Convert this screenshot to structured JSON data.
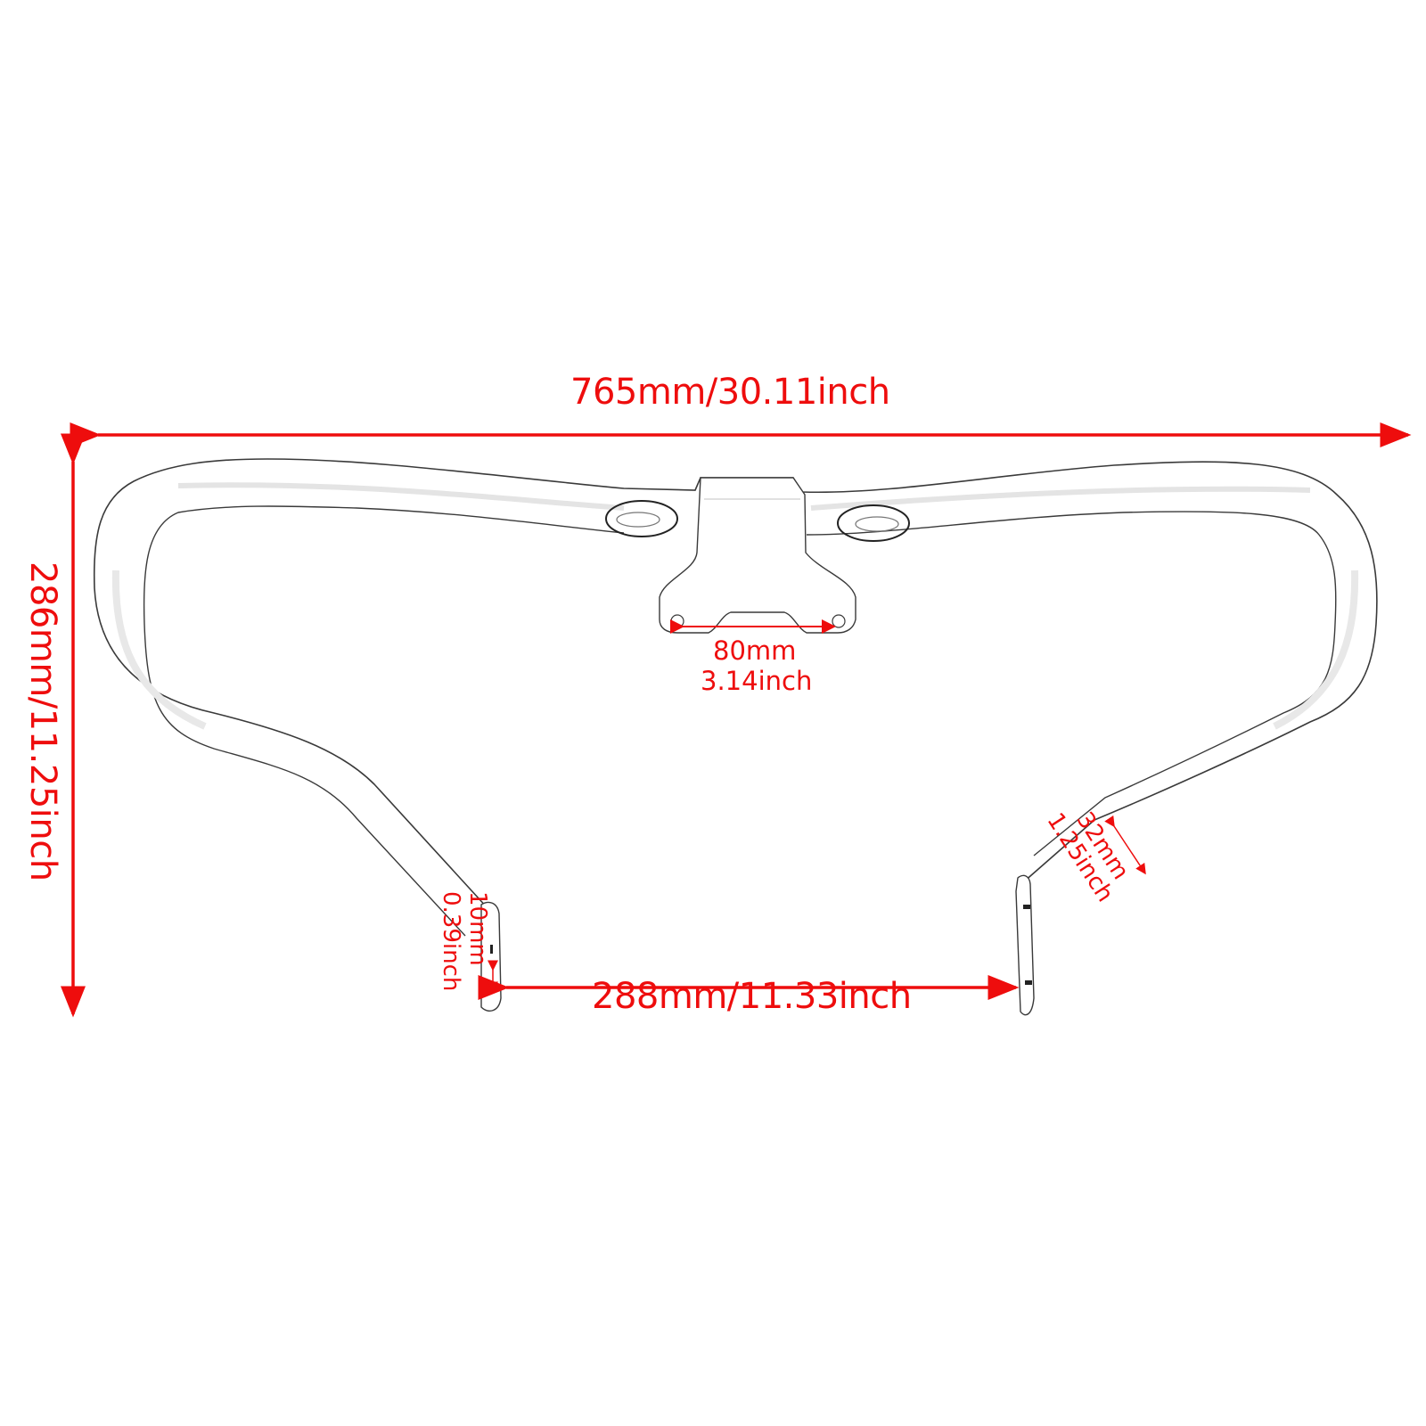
{
  "diagram": {
    "subject": "engine guard crash bar",
    "accent_color": "#ee0d0d",
    "outline_color": "#3a3a3a",
    "dimensions": {
      "overall_width": {
        "label": "765mm/30.11inch",
        "mm": 765,
        "inch": 30.11
      },
      "overall_height": {
        "label": "286mm/11.25inch",
        "mm": 286,
        "inch": 11.25
      },
      "foot_gap": {
        "label": "288mm/11.33inch",
        "mm": 288,
        "inch": 11.33
      },
      "mount_hole_spacing": {
        "label_mm": "80mm",
        "label_inch": "3.14inch",
        "mm": 80,
        "inch": 3.14
      },
      "plate_thickness": {
        "label_mm": "10mm",
        "label_inch": "0.39inch",
        "mm": 10,
        "inch": 0.39
      },
      "tube_diameter": {
        "label_mm": "32mm",
        "label_inch": "1.25inch",
        "mm": 32,
        "inch": 1.25
      }
    }
  }
}
